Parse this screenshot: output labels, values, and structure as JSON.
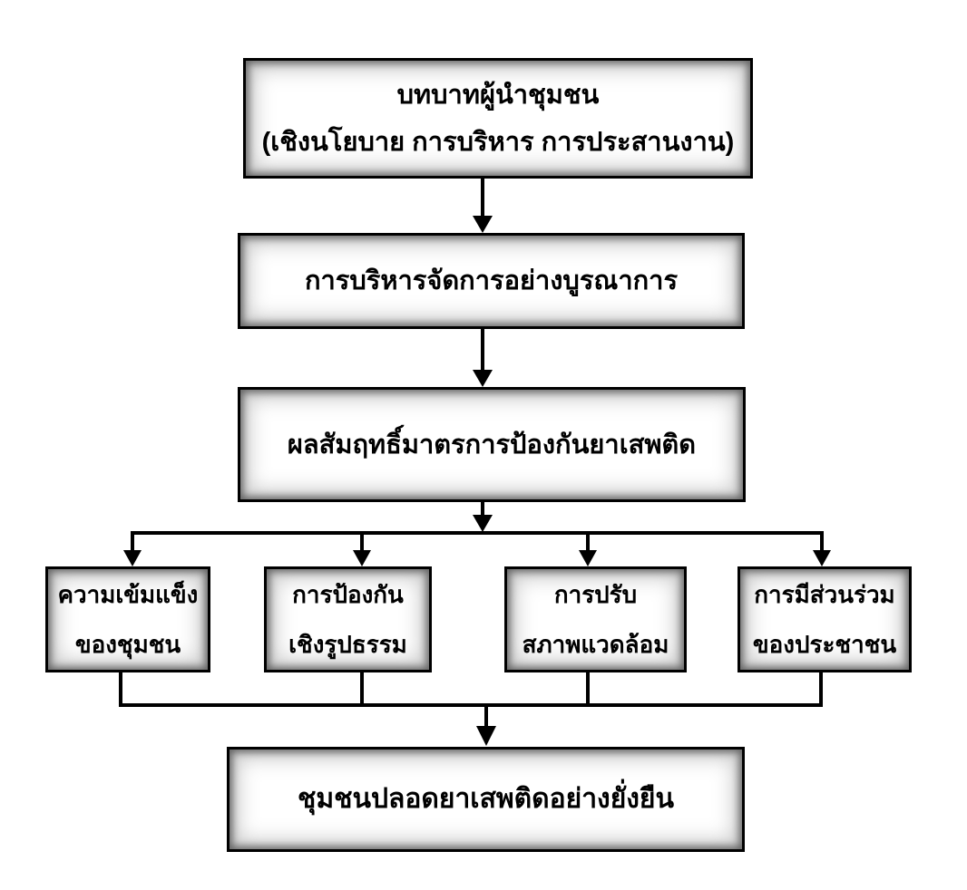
{
  "colors": {
    "background": "#ffffff",
    "line": "#000000",
    "box_border": "#000000",
    "box_fill": "#ffffff",
    "box_inner_glow": "#8c8c8c"
  },
  "boxes": {
    "top": {
      "line1": "บทบาทผู้นำชุมชน",
      "line2": "(เชิงนโยบาย การบริหาร การประสานงาน)"
    },
    "level2": {
      "line1": "การบริหารจัดการอย่างบูรณาการ"
    },
    "level3": {
      "line1": "ผลสัมฤทธิ์มาตรการป้องกันยาเสพติด"
    },
    "branch1": {
      "line1": "ความเข้มแข็ง",
      "line2": "ของชุมชน"
    },
    "branch2": {
      "line1": "การป้องกัน",
      "line2": "เชิงรูปธรรม"
    },
    "branch3": {
      "line1": "การปรับ",
      "line2": "สภาพแวดล้อม"
    },
    "branch4": {
      "line1": "การมีส่วนร่วม",
      "line2": "ของประชาชน"
    },
    "bottom": {
      "line1": "ชุมชนปลอดยาเสพติดอย่างยั่งยืน"
    }
  }
}
